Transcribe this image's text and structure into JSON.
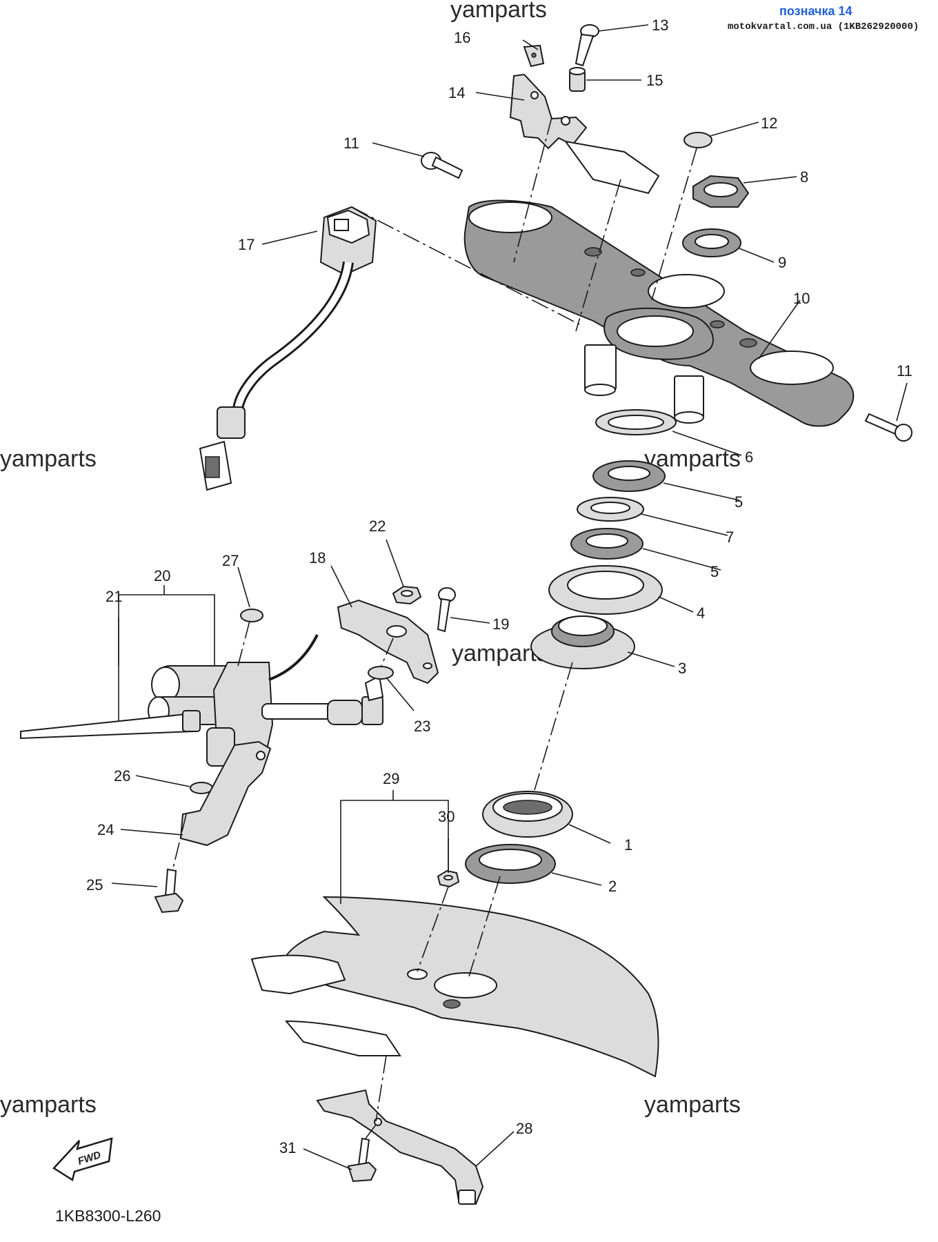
{
  "tag": {
    "title": "позначка 14",
    "subtitle": "motokvartal.com.ua (1KB262920000)"
  },
  "watermark": "yamparts",
  "diagram_code": "1KB8300-L260",
  "fwd_label": "FWD",
  "callouts": {
    "p1": "1",
    "p2": "2",
    "p3": "3",
    "p4": "4",
    "p5a": "5",
    "p5b": "5",
    "p6": "6",
    "p7": "7",
    "p8": "8",
    "p9": "9",
    "p10": "10",
    "p11a": "11",
    "p11b": "11",
    "p12": "12",
    "p13": "13",
    "p14": "14",
    "p15": "15",
    "p16": "16",
    "p17": "17",
    "p18": "18",
    "p19": "19",
    "p20": "20",
    "p21": "21",
    "p22": "22",
    "p23": "23",
    "p24": "24",
    "p25": "25",
    "p26": "26",
    "p27": "27",
    "p28": "28",
    "p29": "29",
    "p30": "30",
    "p31": "31"
  }
}
